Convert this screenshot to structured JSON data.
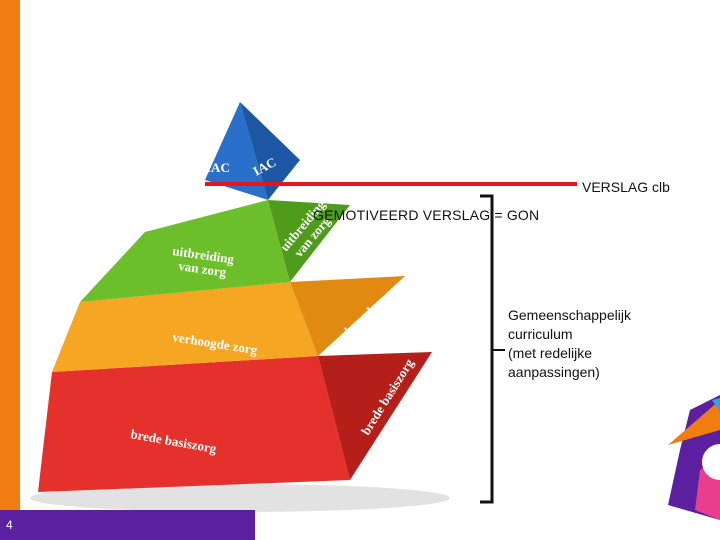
{
  "page_number": "4",
  "pyramid": {
    "top_left_label": "IAC",
    "top_right_label": "IAC",
    "level2_front": "uitbreiding",
    "level2_front_b": "van zorg",
    "level2_side": "uitbreiding",
    "level2_side_b": "van zorg",
    "level3_front": "verhoogde zorg",
    "level3_side": "verhoogde zorg",
    "level4_front": "brede basiszorg",
    "level4_side": "brede basiszorg"
  },
  "annotations": {
    "verslag": "VERSLAG clb",
    "gon": "GEMOTIVEERD VERSLAG  =  GON",
    "curriculum_lines": [
      "Gemeenschappelijk",
      "curriculum",
      "(met redelijke",
      "aanpassingen)"
    ]
  },
  "colors": {
    "orange_accent": "#f07d12",
    "purple_accent": "#5b1fa0",
    "red_line": "#e3161c",
    "level_blue": "#2a6fc9",
    "level_green": "#6cbf2a",
    "level_yellow": "#f5a623",
    "level_red": "#e4312b"
  }
}
